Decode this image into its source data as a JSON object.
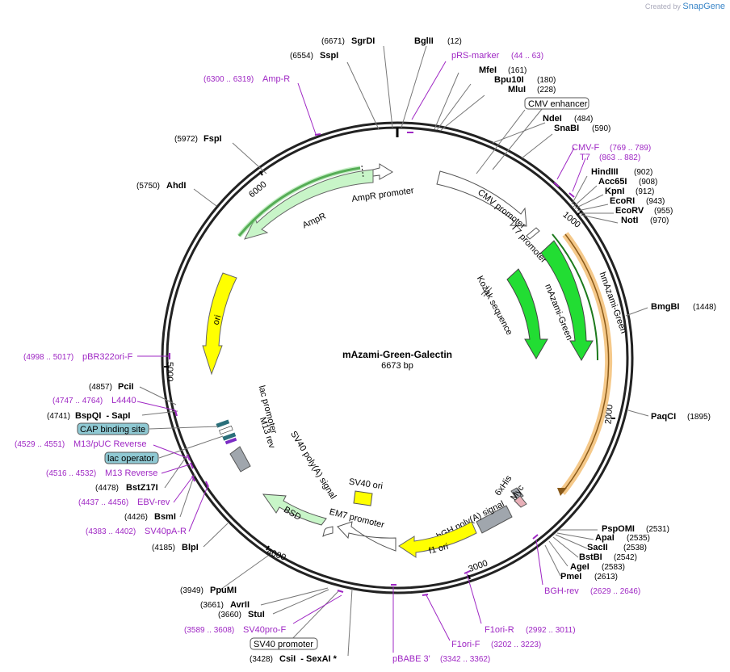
{
  "credit": {
    "prefix": "Created by",
    "brand": "SnapGene"
  },
  "plasmid": {
    "name": "mAzami-Green-Galectin",
    "length_label": "6673 bp"
  },
  "ticks": [
    "1000",
    "2000",
    "3000",
    "4000",
    "5000",
    "6000"
  ],
  "sites": [
    {
      "id": "s1",
      "pos": "(6671)",
      "name": "SgrDI"
    },
    {
      "id": "s2",
      "pos": "(12)",
      "name": "BglII"
    },
    {
      "id": "s3",
      "pos": "(6554)",
      "name": "SspI"
    },
    {
      "id": "s4",
      "pos": "(161)",
      "name": "MfeI"
    },
    {
      "id": "s5",
      "pos": "(180)",
      "name": "Bpu10I"
    },
    {
      "id": "s6",
      "pos": "(228)",
      "name": "MluI"
    },
    {
      "id": "s7",
      "pos": "(484)",
      "name": "NdeI"
    },
    {
      "id": "s8",
      "pos": "(590)",
      "name": "SnaBI"
    },
    {
      "id": "s9",
      "pos": "(5972)",
      "name": "FspI"
    },
    {
      "id": "s10",
      "pos": "(902)",
      "name": "HindIII"
    },
    {
      "id": "s11",
      "pos": "(908)",
      "name": "Acc65I"
    },
    {
      "id": "s12",
      "pos": "(912)",
      "name": "KpnI"
    },
    {
      "id": "s13",
      "pos": "(943)",
      "name": "EcoRI"
    },
    {
      "id": "s14",
      "pos": "(955)",
      "name": "EcoRV"
    },
    {
      "id": "s15",
      "pos": "(970)",
      "name": "NotI"
    },
    {
      "id": "s16",
      "pos": "(5750)",
      "name": "AhdI"
    },
    {
      "id": "s17",
      "pos": "(1448)",
      "name": "BmgBI"
    },
    {
      "id": "s18",
      "pos": "(4857)",
      "name": "PciI"
    },
    {
      "id": "s19",
      "pos": "(4741)",
      "name": "BspQI  - SapI"
    },
    {
      "id": "s20",
      "pos": "(1895)",
      "name": "PaqCI"
    },
    {
      "id": "s21",
      "pos": "(4478)",
      "name": "BstZ17I"
    },
    {
      "id": "s22",
      "pos": "(4426)",
      "name": "BsmI"
    },
    {
      "id": "s23",
      "pos": "(2531)",
      "name": "PspOMI"
    },
    {
      "id": "s24",
      "pos": "(2535)",
      "name": "ApaI"
    },
    {
      "id": "s25",
      "pos": "(2538)",
      "name": "SacII"
    },
    {
      "id": "s26",
      "pos": "(2542)",
      "name": "BstBI"
    },
    {
      "id": "s27",
      "pos": "(2583)",
      "name": "AgeI"
    },
    {
      "id": "s28",
      "pos": "(2613)",
      "name": "PmeI"
    },
    {
      "id": "s29",
      "pos": "(4185)",
      "name": "BlpI"
    },
    {
      "id": "s30",
      "pos": "(3949)",
      "name": "PpuMI"
    },
    {
      "id": "s31",
      "pos": "(3661)",
      "name": "AvrII"
    },
    {
      "id": "s32",
      "pos": "(3660)",
      "name": "StuI"
    },
    {
      "id": "s33",
      "pos": "(3428)",
      "name": "CsiI  - SexAI *"
    }
  ],
  "primers": [
    {
      "id": "p1",
      "label": "pRS-marker",
      "range": "(44 .. 63)"
    },
    {
      "id": "p2",
      "label": "Amp-R",
      "range": "(6300 .. 6319)"
    },
    {
      "id": "p3",
      "label": "CMV-F",
      "range": "(769 .. 789)"
    },
    {
      "id": "p4",
      "label": "T7",
      "range": "(863 .. 882)"
    },
    {
      "id": "p5",
      "label": "pBR322ori-F",
      "range": "(4998 .. 5017)"
    },
    {
      "id": "p6",
      "label": "L4440",
      "range": "(4747 .. 4764)"
    },
    {
      "id": "p7",
      "label": "M13/pUC Reverse",
      "range": "(4529 .. 4551)"
    },
    {
      "id": "p8",
      "label": "M13 Reverse",
      "range": "(4516 .. 4532)"
    },
    {
      "id": "p9",
      "label": "EBV-rev",
      "range": "(4437 .. 4456)"
    },
    {
      "id": "p10",
      "label": "SV40pA-R",
      "range": "(4383 .. 4402)"
    },
    {
      "id": "p11",
      "label": "BGH-rev",
      "range": "(2629 .. 2646)"
    },
    {
      "id": "p12",
      "label": "SV40pro-F",
      "range": "(3589 .. 3608)"
    },
    {
      "id": "p13",
      "label": "F1ori-R",
      "range": "(2992 .. 3011)"
    },
    {
      "id": "p14",
      "label": "F1ori-F",
      "range": "(3202 .. 3223)"
    },
    {
      "id": "p15",
      "label": "pBABE 3'",
      "range": "(3342 .. 3362)"
    }
  ],
  "boxed": {
    "cmv_enhancer": "CMV enhancer",
    "cap": "CAP binding site",
    "lac": "lac operator",
    "sv40_promoter": "SV40 promoter"
  },
  "features": {
    "ampr_promoter": "AmpR promoter",
    "ampr": "AmpR",
    "cmv_promoter": "CMV promoter",
    "t7_promoter": "T7 promoter",
    "kozak": "Kozak sequence",
    "mazami": "mAzami-Green",
    "hmazami": "hmAzami-Green",
    "ori": "ori",
    "lac_promoter": "lac promoter",
    "m13_rev": "M13 rev",
    "sv40_polya": "SV40 poly(A) signal",
    "bsd": "BSD",
    "em7": "EM7 promoter",
    "sv40_ori": "SV40 ori",
    "f1_ori": "f1 ori",
    "bgh": "bGH poly(A) signal",
    "his": "6xHis",
    "myc": "Myc"
  },
  "colors": {
    "backbone": "#222222",
    "primer": "#9f28c4",
    "green_feature": "#22dd33",
    "ampr_fill": "#c8f5c8",
    "ori_fill": "#ffff00",
    "orange_band": "#f5c98a",
    "boxed_fill": "#8fc9d3",
    "gray_feature": "#a0a6ad"
  }
}
